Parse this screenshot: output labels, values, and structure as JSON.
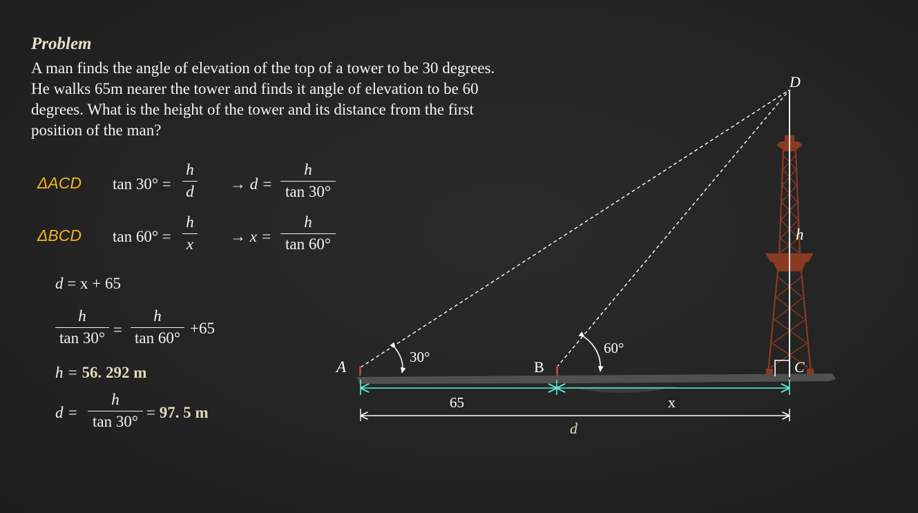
{
  "problem": {
    "title": "Problem",
    "text": "A man finds the angle of elevation of the top of a tower to be 30 degrees. He walks 65m nearer the tower and finds it angle of elevation to be 60 degrees. What is the height of the tower and its distance from the first position of the man?"
  },
  "solution": {
    "tri_acd": "ΔACD",
    "tri_bcd": "ΔBCD",
    "tan30_lhs": "tan 30° =",
    "tan60_lhs": "tan 60° =",
    "frac_h_d_num": "h",
    "frac_h_d_den": "d",
    "frac_h_x_num": "h",
    "frac_h_x_den": "x",
    "arrow_d": "→ d =",
    "arrow_x": "→ x =",
    "frac_d_num": "h",
    "frac_d_den": "tan 30°",
    "frac_x_num": "h",
    "frac_x_den": "tan 60°",
    "d_eq_var": "d",
    "d_eq_rhs": "= x + 65",
    "eq2_left_num": "h",
    "eq2_left_den": "tan 30°",
    "eq2_equals": "=",
    "eq2_right_num": "h",
    "eq2_right_den": "tan 60°",
    "eq2_plus": "+65",
    "h_result_label": "h =",
    "h_result_value": "56. 292 m",
    "d_result_label": "d =",
    "d_result_num": "h",
    "d_result_den": "tan 30°",
    "d_result_equals": "=",
    "d_result_value": "97. 5 m"
  },
  "diagram": {
    "point_a": "A",
    "point_b": "B",
    "point_c": "C",
    "point_d": "D",
    "angle_a": "30°",
    "angle_b": "60°",
    "height_label": "h",
    "seg_ab_label": "65",
    "seg_bc_label": "x",
    "seg_ac_label": "d",
    "colors": {
      "accent_teal": "#5ff0dc",
      "triangle_label": "#f4b223",
      "tower": "#8b3a22",
      "ground": "#505050"
    }
  }
}
